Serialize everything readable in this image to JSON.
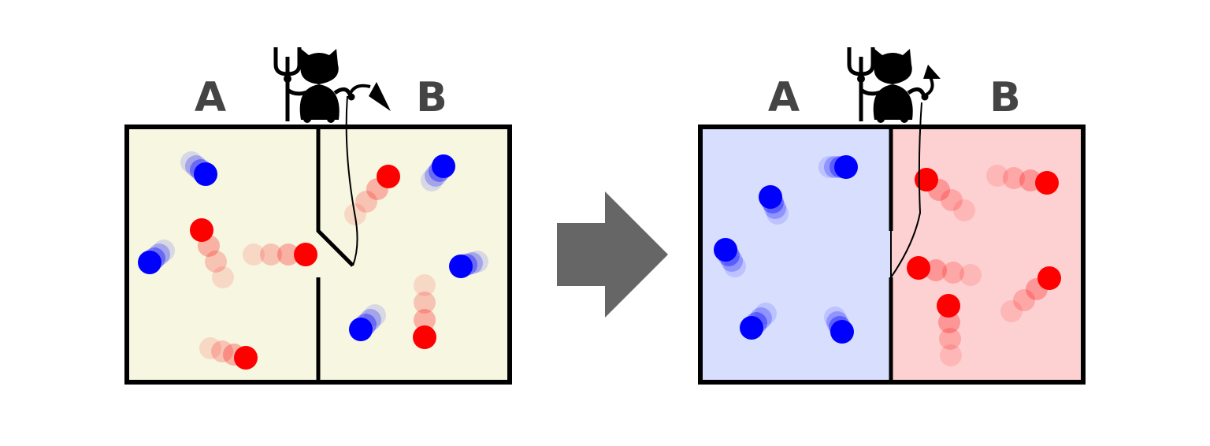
{
  "before": {
    "label_a": "A",
    "label_b": "B"
  },
  "after": {
    "label_a": "A",
    "label_b": "B"
  },
  "colors": {
    "box_before": "#f6f6e1",
    "box_after_a": "#d7defe",
    "box_after_b": "#fdd1d1",
    "blue": "#0000ff",
    "red": "#ff0000",
    "arrow": "#666666"
  }
}
